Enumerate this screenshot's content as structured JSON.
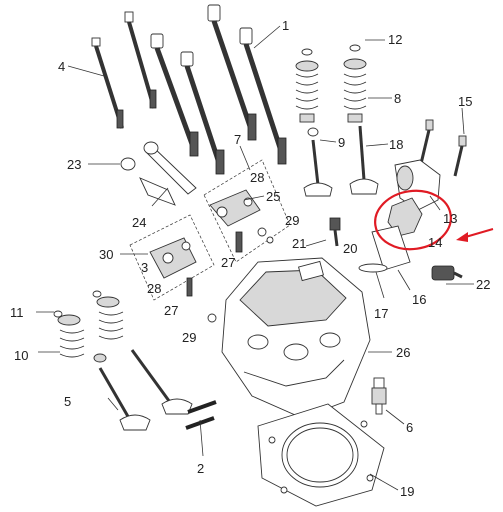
{
  "diagram": {
    "highlight_color": "#e01b24",
    "line_color": "#333333",
    "callouts": {
      "c1": "1",
      "c2": "2",
      "c3": "3",
      "c4": "4",
      "c5": "5",
      "c6": "6",
      "c7": "7",
      "c8": "8",
      "c9": "9",
      "c10": "10",
      "c11": "11",
      "c12": "12",
      "c13": "13",
      "c14": "14",
      "c15": "15",
      "c16": "16",
      "c17": "17",
      "c18": "18",
      "c19": "19",
      "c20": "20",
      "c21": "21",
      "c22": "22",
      "c23": "23",
      "c24": "24",
      "c25": "25",
      "c26": "26",
      "c27a": "27",
      "c27b": "27",
      "c28a": "28",
      "c28b": "28",
      "c29a": "29",
      "c29b": "29",
      "c30": "30"
    }
  }
}
